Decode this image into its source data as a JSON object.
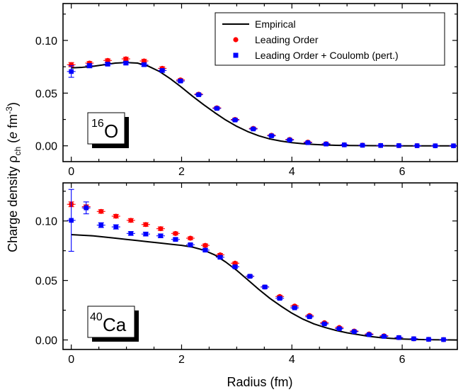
{
  "chart_data": [
    {
      "type": "line",
      "panel": "top",
      "nucleus": {
        "mass": "16",
        "symbol": "O"
      },
      "xlim": [
        -0.15,
        7.0
      ],
      "ylim": [
        -0.015,
        0.135
      ],
      "xticks": [
        0,
        2,
        4,
        6
      ],
      "yticks": [
        0.0,
        0.05,
        0.1
      ],
      "ytick_labels": [
        "0.00",
        "0.05",
        "0.10"
      ],
      "grid": false,
      "series": [
        {
          "name": "Empirical",
          "kind": "line",
          "color": "#000000",
          "x": [
            0,
            0.2,
            0.4,
            0.6,
            0.8,
            1.0,
            1.2,
            1.4,
            1.6,
            1.8,
            2.0,
            2.2,
            2.4,
            2.6,
            2.8,
            3.0,
            3.2,
            3.4,
            3.6,
            3.8,
            4.0,
            4.2,
            4.4,
            4.6,
            4.8,
            5.0,
            5.5,
            6.0,
            6.5,
            7.0
          ],
          "y": [
            0.074,
            0.0745,
            0.0755,
            0.077,
            0.0785,
            0.079,
            0.0785,
            0.0755,
            0.0705,
            0.0635,
            0.0555,
            0.047,
            0.039,
            0.0315,
            0.0245,
            0.0185,
            0.0135,
            0.0095,
            0.0065,
            0.0045,
            0.003,
            0.002,
            0.0013,
            0.0008,
            0.0005,
            0.0003,
            0.0001,
            0.0,
            0.0,
            0.0
          ]
        },
        {
          "name": "Leading Order",
          "kind": "points",
          "color": "#ff0000",
          "x": [
            0.0,
            0.33,
            0.66,
            0.99,
            1.32,
            1.65,
            1.98,
            2.31,
            2.64,
            2.97,
            3.3,
            3.63,
            3.96,
            4.29,
            4.62,
            4.95,
            5.28,
            5.61,
            5.94,
            6.27,
            6.6,
            6.93
          ],
          "y": [
            0.077,
            0.0785,
            0.081,
            0.0825,
            0.0805,
            0.0735,
            0.0625,
            0.049,
            0.036,
            0.025,
            0.0165,
            0.01,
            0.006,
            0.0035,
            0.002,
            0.001,
            0.0006,
            0.0003,
            0.0002,
            0.0001,
            0.0,
            0.0
          ],
          "err": [
            0.002,
            0.0015,
            0.0015,
            0.0015,
            0.0015,
            0.0015,
            0.0012,
            0.001,
            0.001,
            0.001,
            0.0008,
            0.0008,
            0.0006,
            0.0005,
            0.0005,
            0.0004,
            0.0003,
            0.0003,
            0.0002,
            0.0002,
            0.0002,
            0.0002
          ]
        },
        {
          "name": "Leading Order + Coulomb (pert.)",
          "kind": "points",
          "color": "#0000ff",
          "x": [
            0.0,
            0.33,
            0.66,
            0.99,
            1.32,
            1.65,
            1.98,
            2.31,
            2.64,
            2.97,
            3.3,
            3.63,
            3.96,
            4.29,
            4.62,
            4.95,
            5.28,
            5.61,
            5.94,
            6.27,
            6.6,
            6.93
          ],
          "y": [
            0.0705,
            0.076,
            0.0775,
            0.0785,
            0.077,
            0.0715,
            0.0615,
            0.0485,
            0.0355,
            0.0245,
            0.016,
            0.0095,
            0.0055,
            0.003,
            0.0017,
            0.0009,
            0.0005,
            0.0003,
            0.0002,
            0.0001,
            0.0,
            0.0
          ],
          "err": [
            0.0055,
            0.002,
            0.0015,
            0.0015,
            0.0015,
            0.0015,
            0.0012,
            0.001,
            0.001,
            0.001,
            0.0008,
            0.0008,
            0.0006,
            0.0005,
            0.0005,
            0.0004,
            0.0003,
            0.0003,
            0.0002,
            0.0002,
            0.0002,
            0.0002
          ]
        }
      ],
      "legend": {
        "placement": "top-right"
      }
    },
    {
      "type": "line",
      "panel": "bottom",
      "nucleus": {
        "mass": "40",
        "symbol": "Ca"
      },
      "xlim": [
        -0.15,
        7.0
      ],
      "ylim": [
        -0.008,
        0.132
      ],
      "xticks": [
        0,
        2,
        4,
        6
      ],
      "yticks": [
        0.0,
        0.05,
        0.1
      ],
      "ytick_labels": [
        "0.00",
        "0.05",
        "0.10"
      ],
      "grid": false,
      "series": [
        {
          "name": "Empirical",
          "kind": "line",
          "color": "#000000",
          "x": [
            0,
            0.2,
            0.4,
            0.6,
            0.8,
            1.0,
            1.2,
            1.4,
            1.6,
            1.8,
            2.0,
            2.2,
            2.4,
            2.6,
            2.8,
            3.0,
            3.2,
            3.4,
            3.6,
            3.8,
            4.0,
            4.2,
            4.4,
            4.6,
            4.8,
            5.0,
            5.2,
            5.4,
            5.6,
            5.8,
            6.0,
            6.2,
            6.5,
            7.0
          ],
          "y": [
            0.0885,
            0.088,
            0.0875,
            0.0865,
            0.0855,
            0.0845,
            0.0835,
            0.0825,
            0.0815,
            0.0805,
            0.0795,
            0.078,
            0.0755,
            0.0715,
            0.0655,
            0.0585,
            0.0505,
            0.0425,
            0.035,
            0.0285,
            0.0225,
            0.0175,
            0.0135,
            0.0105,
            0.008,
            0.006,
            0.0045,
            0.003,
            0.002,
            0.0013,
            0.0008,
            0.0005,
            0.0002,
            0.0
          ]
        },
        {
          "name": "Leading Order",
          "kind": "points",
          "color": "#ff0000",
          "x": [
            0.0,
            0.27,
            0.54,
            0.81,
            1.08,
            1.35,
            1.62,
            1.89,
            2.16,
            2.43,
            2.7,
            2.97,
            3.24,
            3.51,
            3.78,
            4.05,
            4.32,
            4.59,
            4.86,
            5.13,
            5.4,
            5.67,
            5.94,
            6.21,
            6.48,
            6.75
          ],
          "y": [
            0.114,
            0.112,
            0.108,
            0.104,
            0.1005,
            0.097,
            0.0935,
            0.0895,
            0.0855,
            0.0795,
            0.0715,
            0.0645,
            0.0535,
            0.0445,
            0.0365,
            0.0285,
            0.0205,
            0.0145,
            0.0105,
            0.0075,
            0.005,
            0.0035,
            0.002,
            0.001,
            0.0005,
            0.0003
          ],
          "err": [
            0.002,
            0.0015,
            0.0015,
            0.0015,
            0.0015,
            0.0015,
            0.0015,
            0.0012,
            0.0012,
            0.0012,
            0.0012,
            0.001,
            0.001,
            0.001,
            0.001,
            0.0008,
            0.0008,
            0.0006,
            0.0006,
            0.0005,
            0.0005,
            0.0004,
            0.0003,
            0.0003,
            0.0002,
            0.0002
          ]
        },
        {
          "name": "Leading Order + Coulomb (pert.)",
          "kind": "points",
          "color": "#0000ff",
          "x": [
            0.0,
            0.27,
            0.54,
            0.81,
            1.08,
            1.35,
            1.62,
            1.89,
            2.16,
            2.43,
            2.7,
            2.97,
            3.24,
            3.51,
            3.78,
            4.05,
            4.32,
            4.59,
            4.86,
            5.13,
            5.4,
            5.67,
            5.94,
            6.21,
            6.48,
            6.75
          ],
          "y": [
            0.1005,
            0.111,
            0.0965,
            0.095,
            0.0895,
            0.089,
            0.0875,
            0.0845,
            0.08,
            0.0755,
            0.0695,
            0.0615,
            0.0535,
            0.0445,
            0.035,
            0.027,
            0.0195,
            0.0135,
            0.0095,
            0.007,
            0.0045,
            0.003,
            0.002,
            0.001,
            0.0005,
            0.0003
          ],
          "err": [
            0.026,
            0.005,
            0.002,
            0.0018,
            0.0015,
            0.0015,
            0.0015,
            0.0012,
            0.0012,
            0.0012,
            0.0012,
            0.001,
            0.001,
            0.001,
            0.001,
            0.0008,
            0.0008,
            0.0006,
            0.0006,
            0.0005,
            0.0005,
            0.0004,
            0.0003,
            0.0003,
            0.0002,
            0.0002
          ]
        }
      ]
    }
  ],
  "shared": {
    "xlabel": "Radius (fm)",
    "ylabel_parts": {
      "main": "Charge density ρ",
      "sub": "ch",
      "mid": " (",
      "italic_e": "e",
      "unit": " fm",
      "sup": "-3",
      "close": ")"
    },
    "legend_labels": [
      "Empirical",
      "Leading Order",
      "Leading Order + Coulomb (pert.)"
    ],
    "xtick_labels": [
      "0",
      "2",
      "4",
      "6"
    ]
  }
}
